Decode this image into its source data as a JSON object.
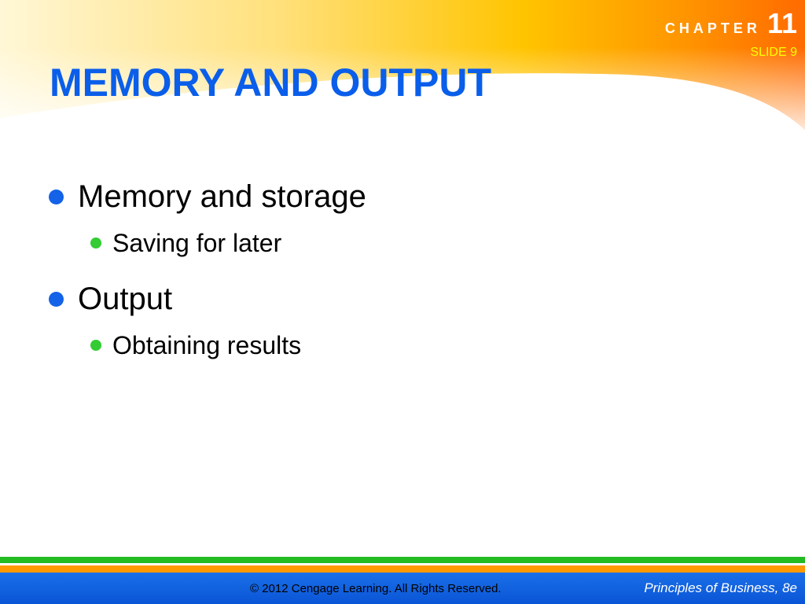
{
  "header": {
    "chapter_word": "CHAPTER",
    "chapter_number": "11",
    "slide_label": "SLIDE 9"
  },
  "title": "MEMORY AND OUTPUT",
  "bullets": [
    {
      "text": "Memory and storage",
      "sub": [
        "Saving for later"
      ]
    },
    {
      "text": "Output",
      "sub": [
        "Obtaining results"
      ]
    }
  ],
  "footer": {
    "copyright": "© 2012 Cengage Learning. All Rights Reserved.",
    "book_title": "Principles of Business, 8e"
  },
  "colors": {
    "title_blue": "#0a5eea",
    "bullet_blue": "#1362e8",
    "bullet_green": "#33cc33",
    "swoosh_orange": "#ff6a00",
    "swoosh_yellow": "#ffc400",
    "footer_blue": "#1a6fe8"
  }
}
